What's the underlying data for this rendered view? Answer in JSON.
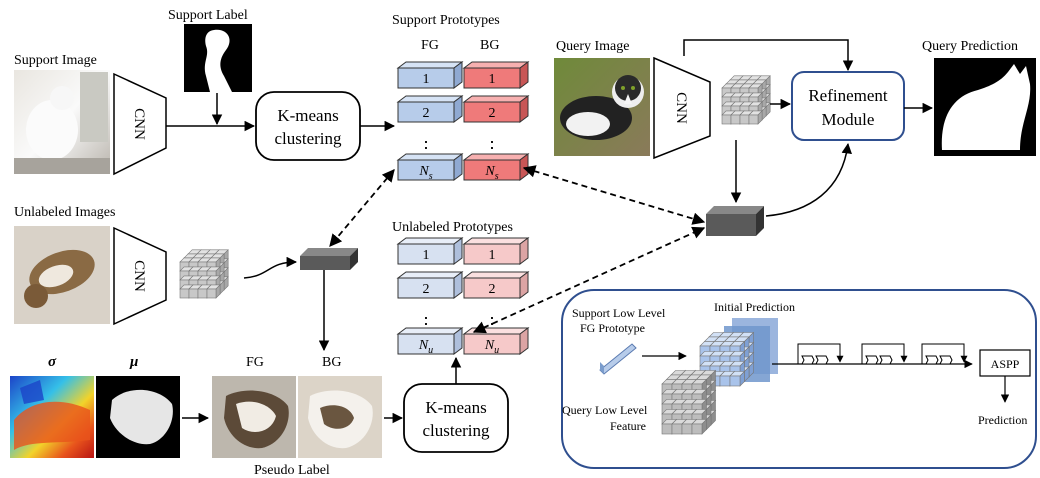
{
  "labels": {
    "support_label": "Support Label",
    "support_image": "Support Image",
    "support_prototypes": "Support Prototypes",
    "fg": "FG",
    "bg": "BG",
    "query_image": "Query Image",
    "query_prediction": "Query Prediction",
    "unlabeled_images": "Unlabeled Images",
    "unlabeled_prototypes": "Unlabeled Prototypes",
    "cnn": "CNN",
    "kmeans_line1": "K-means",
    "kmeans_line2": "clustering",
    "refinement_line1": "Refinement",
    "refinement_line2": "Module",
    "sigma": "σ",
    "mu": "μ",
    "pseudo_fg": "FG",
    "pseudo_bg": "BG",
    "pseudo_label": "Pseudo Label",
    "proto_1": "1",
    "proto_2": "2",
    "proto_dots": "⋮",
    "proto_ns_base": "N",
    "proto_ns_sub": "s",
    "proto_nu_base": "N",
    "proto_nu_sub": "u"
  },
  "inset": {
    "support_low_level_line1": "Support Low Level",
    "support_low_level_line2": "FG Prototype",
    "initial_prediction": "Initial Prediction",
    "query_low_level_line1": "Query Low Level",
    "query_low_level_line2": "Feature",
    "aspp": "ASPP",
    "prediction": "Prediction"
  },
  "colors": {
    "fg_proto": "#b7ccea",
    "fg_proto_top": "#d6e3f5",
    "bg_proto": "#ef7a7a",
    "bg_proto_top": "#f7b0b0",
    "ufg_proto": "#d7e1f1",
    "ubg_proto": "#f6c9c9",
    "feature_cube": "#c8c8c8",
    "dark_block": "#555555",
    "inset_border": "#2f4f8f"
  }
}
